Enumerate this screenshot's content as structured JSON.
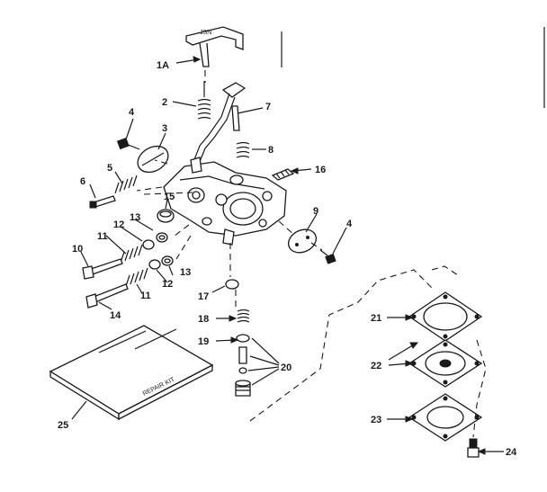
{
  "callouts": {
    "c1a": "1A",
    "c2": "2",
    "c3": "3",
    "c4a": "4",
    "c4b": "4",
    "c5": "5",
    "c6": "6",
    "c7": "7",
    "c8": "8",
    "c9": "9",
    "c10": "10",
    "c11a": "11",
    "c11b": "11",
    "c12a": "12",
    "c12b": "12",
    "c13a": "13",
    "c13b": "13",
    "c14": "14",
    "c15": "15",
    "c16": "16",
    "c17": "17",
    "c18": "18",
    "c19": "19",
    "c20": "20",
    "c21": "21",
    "c22": "22",
    "c23": "23",
    "c24": "24",
    "c25": "25"
  },
  "repair_kit_label": "REPAIR KIT"
}
